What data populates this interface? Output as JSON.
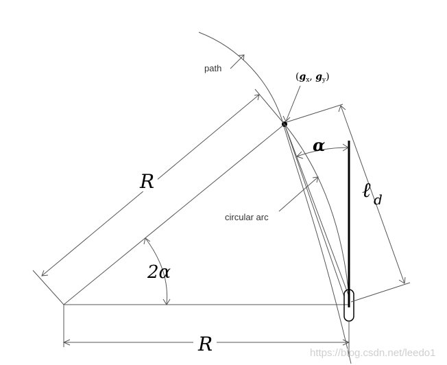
{
  "labels": {
    "path": "path",
    "goal_point": "(gₓ, gᵧ)",
    "goal_g1": "g",
    "goal_sub1": "x",
    "goal_sep": ", ",
    "goal_g2": "g",
    "goal_sub2": "y",
    "goal_open": "(",
    "goal_close": ")",
    "alpha": "α",
    "lookahead": "ℓ",
    "lookahead_sub": "d",
    "circular_arc": "circular arc",
    "radius_diag": "R",
    "two_alpha": "2α",
    "radius_bottom": "R"
  },
  "watermark": "https://blog.csdn.net/leedo1",
  "colors": {
    "line": "#555555",
    "heavy": "#000000",
    "watermark": "#cfcfcf"
  }
}
